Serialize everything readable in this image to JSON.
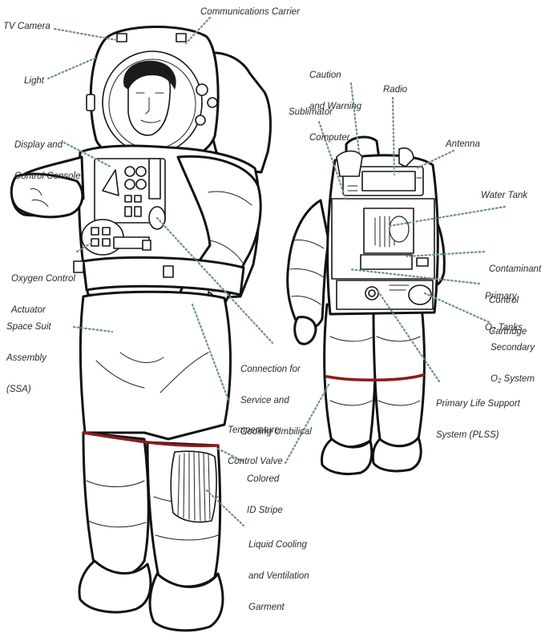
{
  "labels": {
    "tv_camera": "TV Camera",
    "communications_carrier": "Communications Carrier",
    "light": "Light",
    "display_console_line1": "Display and",
    "display_console_line2": "Control Console",
    "oxygen_actuator_line1": "Oxygen Control",
    "oxygen_actuator_line2": "Actuator",
    "ssa_line1": "Space Suit",
    "ssa_line2": "Assembly",
    "ssa_line3": "(SSA)",
    "umbilical_line1": "Connection for",
    "umbilical_line2": "Service and",
    "umbilical_line3": "Cooling Umbilical",
    "temp_valve_line1": "Temperature",
    "temp_valve_line2": "Control Valve",
    "id_stripe_line1": "Colored",
    "id_stripe_line2": "ID Stripe",
    "lcvg_line1": "Liquid Cooling",
    "lcvg_line2": "and Ventilation",
    "lcvg_line3": "Garment",
    "cwc_line1": "Caution",
    "cwc_line2": "and Warning",
    "cwc_line3": "Computer",
    "radio": "Radio",
    "sublimator": "Sublimator",
    "antenna": "Antenna",
    "water_tank": "Water Tank",
    "contaminant_line1": "Contaminant",
    "contaminant_line2": "Control",
    "contaminant_line3": "Cartridge",
    "primary_o2_line1": "Primary",
    "primary_o2_o": "O",
    "primary_o2_sub": "2",
    "primary_o2_rest": " Tanks",
    "secondary_o2_line1": "Secondary",
    "secondary_o2_o": "O",
    "secondary_o2_sub": "2",
    "secondary_o2_rest": " System",
    "plss_line1": "Primary Life Support",
    "plss_line2": "System (PLSS)"
  },
  "colors": {
    "leader_line": "#6f9188",
    "id_stripe": "#8d1c1c",
    "outline": "#161616",
    "label_text": "#2a2a2a"
  }
}
